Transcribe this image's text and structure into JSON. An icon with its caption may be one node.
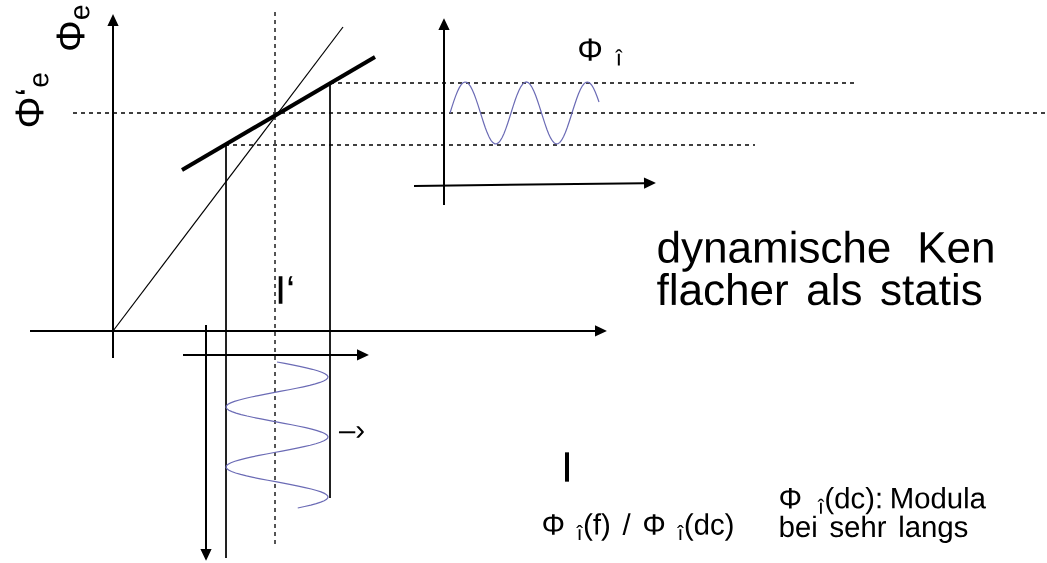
{
  "diagram": {
    "labels": [
      "Φ‘$_{e}$",
      "Φ$_{e}$",
      "Φ $_{î}$",
      "I‘",
      "dynamische Ken flacher als statis",
      "I",
      "–›",
      "Φ $_{î}$(f) / Φ $_{î}$(dc)",
      "Φ $_{î}$(dc): Modula bei sehr langs"
    ]
  }
}
